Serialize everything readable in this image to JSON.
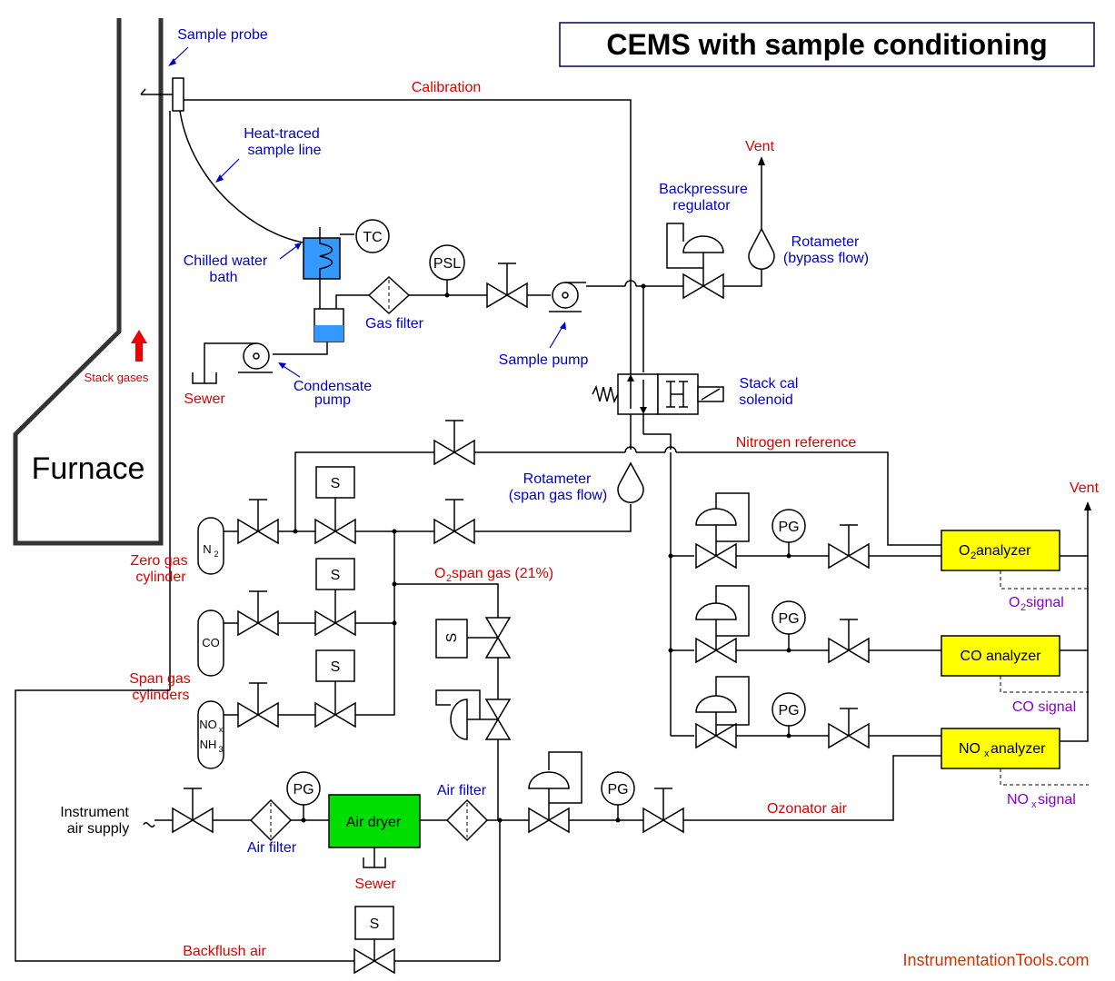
{
  "title": "CEMS with sample conditioning",
  "watermark": "InstrumentationTools.com",
  "labels": {
    "sample_probe": "Sample probe",
    "heat_traced_line_1": "Heat-traced",
    "heat_traced_line_2": "sample line",
    "chilled_water_bath_1": "Chilled water",
    "chilled_water_bath_2": "bath",
    "condensate_pump_1": "Condensate",
    "condensate_pump_2": "pump",
    "gas_filter": "Gas filter",
    "sample_pump": "Sample pump",
    "backpressure_regulator_1": "Backpressure",
    "backpressure_regulator_2": "regulator",
    "rotameter_bypass_1": "Rotameter",
    "rotameter_bypass_2": "(bypass flow)",
    "stack_cal_solenoid_1": "Stack cal",
    "stack_cal_solenoid_2": "solenoid",
    "rotameter_span_1": "Rotameter",
    "rotameter_span_2": "(span gas flow)",
    "air_filter_1": "Air filter",
    "air_filter_2": "Air filter",
    "instrument_air_1": "Instrument",
    "instrument_air_2": "air supply",
    "calibration": "Calibration",
    "vent_1": "Vent",
    "vent_2": "Vent",
    "stack_gases": "Stack gases",
    "sewer_1": "Sewer",
    "sewer_2": "Sewer",
    "furnace": "Furnace",
    "nitrogen_reference": "Nitrogen reference",
    "zero_gas_1": "Zero gas",
    "zero_gas_2": "cylinder",
    "span_gas_1": "Span gas",
    "span_gas_2": "cylinders",
    "o2_span_gas": "O",
    "o2_span_gas_sub": "2",
    "o2_span_gas_rest": " span gas (21%)",
    "backflush_air": "Backflush air",
    "ozonator_air": "Ozonator air",
    "o2_signal": "O",
    "o2_signal_sub": "2",
    "o2_signal_rest": " signal",
    "co_signal": "CO signal",
    "nox_signal": "NO",
    "nox_signal_sub": "x",
    "nox_signal_rest": " signal"
  },
  "instruments": {
    "tc": "TC",
    "psl": "PSL",
    "pg": "PG",
    "solenoid": "S"
  },
  "analyzers": {
    "o2": "O",
    "o2_sub": "2",
    "o2_rest": " analyzer",
    "co": "CO analyzer",
    "nox": "NO",
    "nox_sub": "x",
    "nox_rest": " analyzer"
  },
  "air_dryer": "Air dryer",
  "cylinders": {
    "n2": "N",
    "n2_sub": "2",
    "co": "CO",
    "nox": "NO",
    "nox_sub": "x",
    "nh3": "NH",
    "nh3_sub": "3"
  },
  "colors": {
    "title_border": "#000066",
    "blue_text": "#0000cc",
    "red_text": "#dd0000",
    "purple_text": "#8800cc",
    "analyzer_fill": "#ffff00",
    "air_dryer_fill": "#00dd00",
    "water_fill": "#3399ff"
  }
}
